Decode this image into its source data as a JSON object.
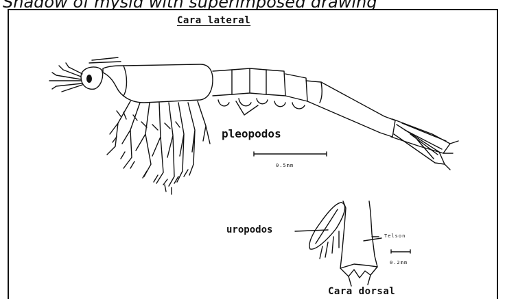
{
  "caption": "Shadow of mysid with superimposed drawing",
  "labels": {
    "lateral_view": "Cara lateral",
    "dorsal_view": "Cara dorsal",
    "pleopods": "pleopodos",
    "uropods": "uropodos",
    "telson": "Telson",
    "scale_lateral": "0.5mm",
    "scale_dorsal": "0.2mm"
  }
}
